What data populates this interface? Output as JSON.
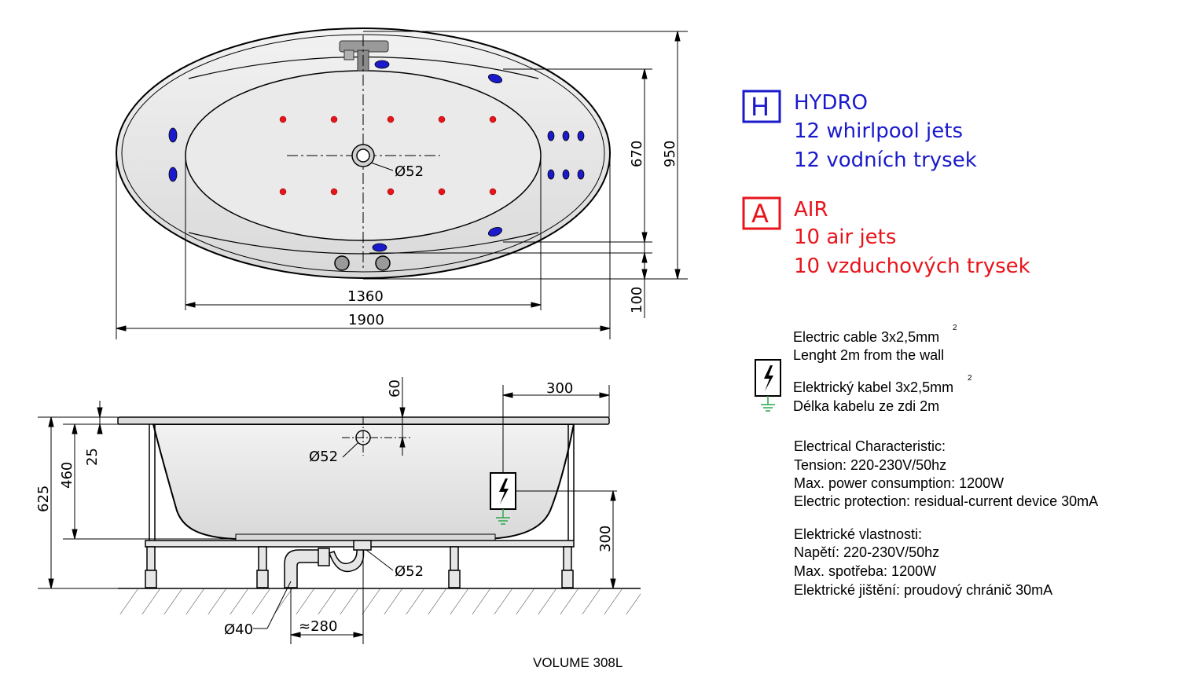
{
  "colors": {
    "hydro": "#1a1acc",
    "air": "#e8141b",
    "ground": "#2aa84a",
    "outline": "#000000"
  },
  "top_view": {
    "width_outer": "1900",
    "width_inner": "1360",
    "height_outer": "950",
    "height_inner": "670",
    "offset": "100",
    "drain_diameter": "Ø52"
  },
  "side_view": {
    "height_total": "625",
    "height_inner": "460",
    "rim": "25",
    "overflow_offset": "60",
    "panel_distance": "300",
    "overflow_diameter": "Ø52",
    "drain_diameter": "Ø52",
    "waste_diameter": "Ø40",
    "waste_distance": "≈280",
    "box_height": "300"
  },
  "legend": {
    "hydro": {
      "letter": "H",
      "title": "HYDRO",
      "line1": "12 whirlpool jets",
      "line2": "12 vodních trysek"
    },
    "air": {
      "letter": "A",
      "title": "AIR",
      "line1": "10 air jets",
      "line2": "10 vzduchových trysek"
    }
  },
  "electrical": {
    "cable_en": "Electric cable 3x2,5mm",
    "cable_sup": "2",
    "length_en": "Lenght 2m from the wall",
    "cable_cz": "Elektrický kabel 3x2,5mm",
    "cable_cz_sup": "2",
    "length_cz": "Délka kabelu ze zdi 2m",
    "char_title_en": "Electrical Characteristic:",
    "tension_en": "Tension: 220-230V/50hz",
    "power_en": "Max. power consumption: 1200W",
    "protection_en": "Electric protection: residual-current device 30mA",
    "char_title_cz": "Elektrické vlastnosti:",
    "tension_cz": "Napětí: 220-230V/50hz",
    "power_cz": "Max. spotřeba: 1200W",
    "protection_cz": "Elektrické jištění: proudový chránič 30mA"
  },
  "volume": "VOLUME 308L"
}
